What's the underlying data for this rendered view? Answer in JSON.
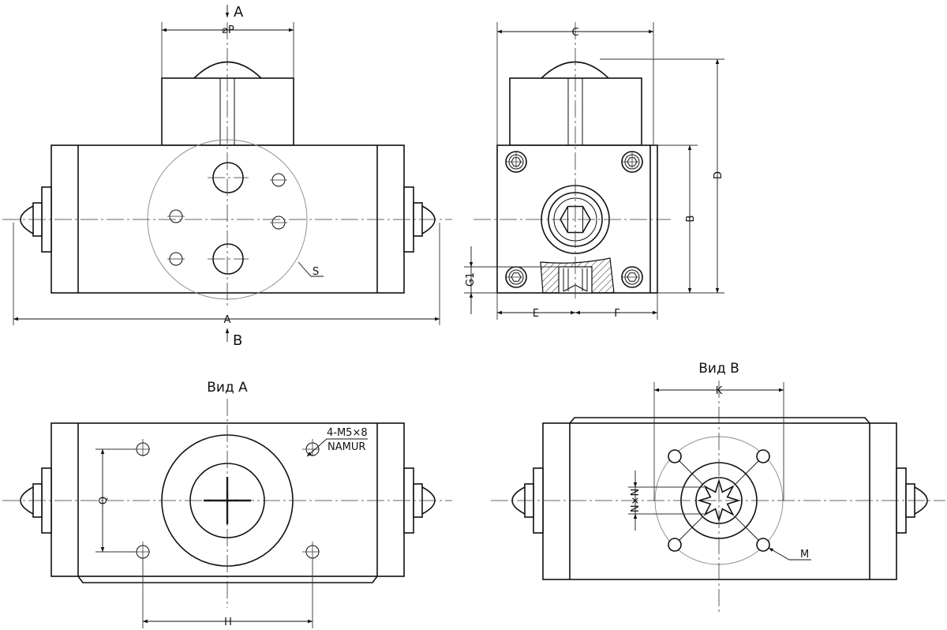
{
  "colors": {
    "line": "#111111",
    "background": "#ffffff",
    "hatch": "#333333"
  },
  "labels": {
    "section_a": "A",
    "section_b": "B",
    "dia_p": "⌀P",
    "dim_a": "A",
    "dim_b": "B",
    "dim_c": "C",
    "dim_d": "D",
    "dim_e": "E",
    "dim_f": "F",
    "dim_g1": "G1",
    "dim_s": "S",
    "dim_h": "H",
    "dim_q": "Q",
    "dim_k": "K",
    "dim_nxn": "N×N",
    "dim_m": "M"
  },
  "views": {
    "view_a_title": "Вид A",
    "view_b_title": "Вид B",
    "thread_note": "4-M5×8",
    "namur_note": "NAMUR"
  }
}
